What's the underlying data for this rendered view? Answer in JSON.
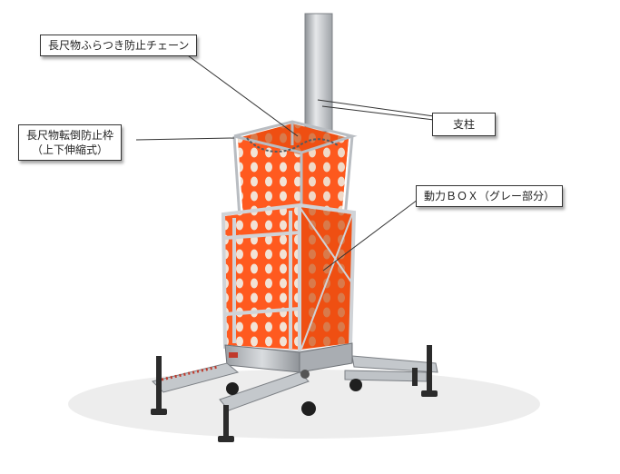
{
  "labels": {
    "chain": "長尺物ふらつき防止チェーン",
    "frame_line1": "長尺物転倒防止枠",
    "frame_line2": "（上下伸縮式）",
    "pillar": "支柱",
    "power_box": "動力ＢＯＸ（グレー部分）"
  },
  "colors": {
    "net": "#ff5a1f",
    "frame": "#c9cdd2",
    "pillar": "#b8bcc1",
    "base": "#b7bbbf",
    "feet": "#2b2b2b",
    "dark": "#1f1f1f"
  },
  "icons": {
    "photo": "telescopic-long-object-cart"
  }
}
